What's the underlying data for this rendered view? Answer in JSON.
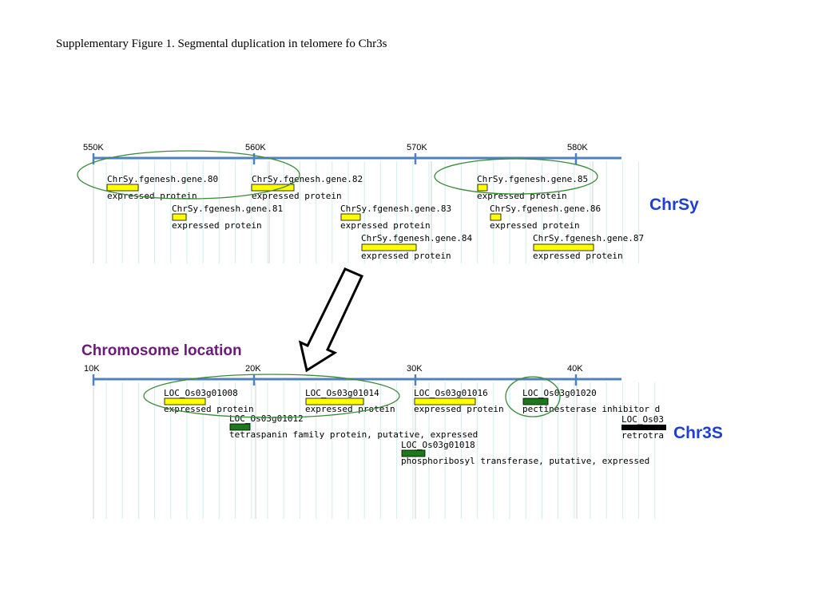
{
  "caption": "Supplementary Figure 1. Segmental duplication in telomere fo Chr3s",
  "colors": {
    "axis": "#4f81bd",
    "gene_yellow": "#ffff00",
    "gene_green": "#1a7a1a",
    "gene_black": "#000000",
    "ellipse": "#3a8a3a",
    "grid": "#cfeeee",
    "label_blue": "#1f3fd1",
    "label_purple": "#6a1b78"
  },
  "chrsy": {
    "label": "ChrSy",
    "ticks": [
      "550K",
      "560K",
      "570K",
      "580K"
    ],
    "genes": [
      {
        "name": "ChrSy.fgenesh.gene.80",
        "desc": "expressed protein"
      },
      {
        "name": "ChrSy.fgenesh.gene.82",
        "desc": "expressed protein"
      },
      {
        "name": "ChrSy.fgenesh.gene.85",
        "desc": "expressed protein"
      },
      {
        "name": "ChrSy.fgenesh.gene.81",
        "desc": "expressed protein"
      },
      {
        "name": "ChrSy.fgenesh.gene.83",
        "desc": "expressed protein"
      },
      {
        "name": "ChrSy.fgenesh.gene.86",
        "desc": "expressed protein"
      },
      {
        "name": "ChrSy.fgenesh.gene.84",
        "desc": "expressed protein"
      },
      {
        "name": "ChrSy.fgenesh.gene.87",
        "desc": "expressed protein"
      }
    ]
  },
  "location_label": "Chromosome location",
  "chr3s": {
    "label": "Chr3S",
    "ticks": [
      "10K",
      "20K",
      "30K",
      "40K"
    ],
    "genes": [
      {
        "name": "LOC_Os03g01008",
        "desc": "expressed protein"
      },
      {
        "name": "LOC_Os03g01014",
        "desc": "expressed protein"
      },
      {
        "name": "LOC_Os03g01016",
        "desc": "expressed protein"
      },
      {
        "name": "LOC_Os03g01020",
        "desc": "pectinesterase inhibitor d"
      },
      {
        "name": "LOC_Os03",
        "desc": "retrotra"
      },
      {
        "name": "LOC_Os03g01012",
        "desc": "tetraspanin family protein, putative, expressed"
      },
      {
        "name": "LOC_Os03g01018",
        "desc": "phosphoribosyl transferase, putative, expressed"
      }
    ]
  }
}
